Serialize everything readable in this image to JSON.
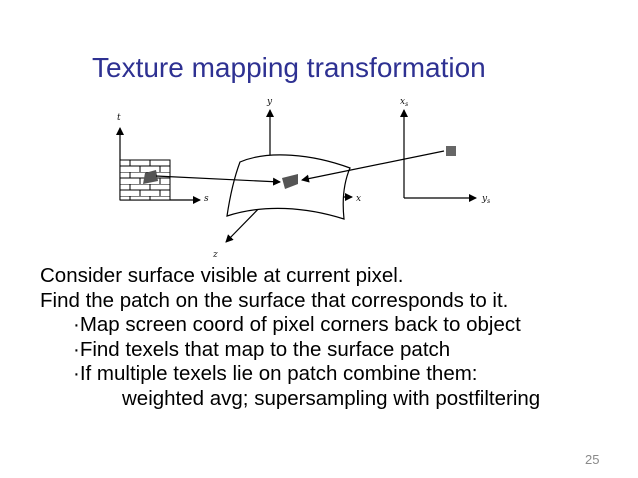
{
  "slide": {
    "title": "Texture mapping transformation",
    "page_number": "25"
  },
  "diagram": {
    "labels": {
      "t": "t",
      "s": "s",
      "y": "y",
      "x": "x",
      "z": "z",
      "xs": "x",
      "xs_sub": "s",
      "ys": "y",
      "ys_sub": "s"
    }
  },
  "bullets": [
    "Consider surface visible at current pixel.",
    "Find the patch on the surface that corresponds to it.",
    "·Map screen coord of pixel corners back to object",
    "·Find texels that map to the surface patch",
    "·If multiple texels lie on patch combine them:",
    "weighted avg; supersampling with postfiltering"
  ]
}
